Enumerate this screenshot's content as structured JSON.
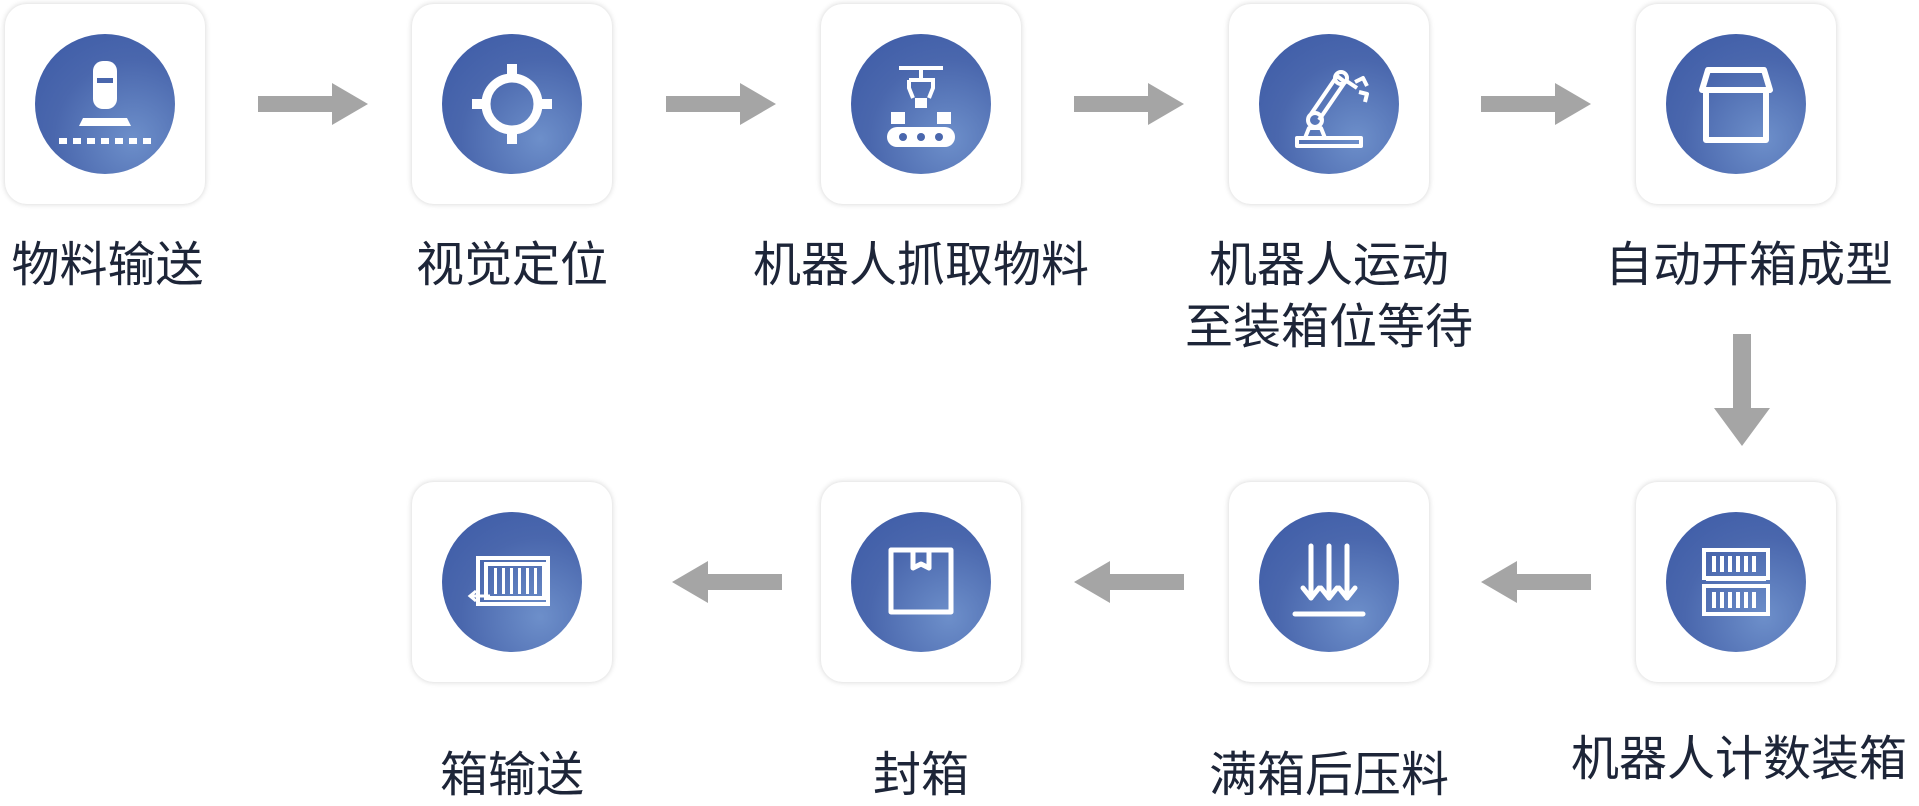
{
  "colors": {
    "circle": "#4a67ad",
    "arrow": "#a5a5a5",
    "text": "#1d2538",
    "card": "#ffffff"
  },
  "steps": [
    {
      "line1": "物料输送",
      "line2": "",
      "icon": "conveyor-feed-icon"
    },
    {
      "line1": "视觉定位",
      "line2": "",
      "icon": "crosshair-icon"
    },
    {
      "line1": "机器人抓取物料",
      "line2": "",
      "icon": "gripper-conveyor-icon"
    },
    {
      "line1": "机器人运动",
      "line2": "至装箱位等待",
      "icon": "robot-arm-icon"
    },
    {
      "line1": "自动开箱成型",
      "line2": "",
      "icon": "open-box-icon"
    },
    {
      "line1": "机器人计数装箱",
      "line2": "",
      "icon": "stacked-crates-icon"
    },
    {
      "line1": "满箱后压料",
      "line2": "",
      "icon": "press-down-icon"
    },
    {
      "line1": "封箱",
      "line2": "",
      "icon": "sealed-box-icon"
    },
    {
      "line1": "箱输送",
      "line2": "",
      "icon": "crate-exit-icon"
    }
  ],
  "arrows": [
    {
      "direction": "right",
      "from": "物料输送",
      "to": "视觉定位"
    },
    {
      "direction": "right",
      "from": "视觉定位",
      "to": "机器人抓取物料"
    },
    {
      "direction": "right",
      "from": "机器人抓取物料",
      "to": "机器人运动至装箱位等待"
    },
    {
      "direction": "right",
      "from": "机器人运动至装箱位等待",
      "to": "自动开箱成型"
    },
    {
      "direction": "down",
      "from": "自动开箱成型",
      "to": "机器人计数装箱"
    },
    {
      "direction": "left",
      "from": "机器人计数装箱",
      "to": "满箱后压料"
    },
    {
      "direction": "left",
      "from": "满箱后压料",
      "to": "封箱"
    },
    {
      "direction": "left",
      "from": "封箱",
      "to": "箱输送"
    }
  ]
}
